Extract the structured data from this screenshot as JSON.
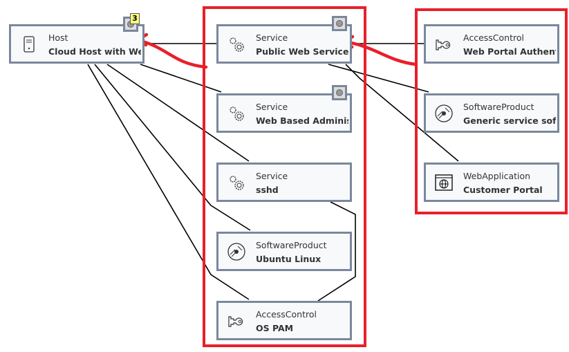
{
  "nodes": [
    {
      "id": "host",
      "type": "Host",
      "name": "Cloud Host with Web",
      "icon": "server-icon"
    },
    {
      "id": "svc1",
      "type": "Service",
      "name": "Public Web Service",
      "icon": "gears-icon"
    },
    {
      "id": "svc2",
      "type": "Service",
      "name": "Web Based Administra",
      "icon": "gears-icon"
    },
    {
      "id": "svc3",
      "type": "Service",
      "name": "sshd",
      "icon": "gears-icon"
    },
    {
      "id": "sw1",
      "type": "SoftwareProduct",
      "name": "Ubuntu Linux",
      "icon": "disc-icon"
    },
    {
      "id": "ac1",
      "type": "AccessControl",
      "name": "OS PAM",
      "icon": "key-icon"
    },
    {
      "id": "ac2",
      "type": "AccessControl",
      "name": "Web Portal Authentica",
      "icon": "key-icon"
    },
    {
      "id": "sw2",
      "type": "SoftwareProduct",
      "name": "Generic service softwa",
      "icon": "disc-icon"
    },
    {
      "id": "wa1",
      "type": "WebApplication",
      "name": "Customer Portal",
      "icon": "globe-window-icon"
    }
  ],
  "host_badge_count": "3",
  "colors": {
    "highlight": "#e8202a",
    "node_border": "#7a879c",
    "node_fill": "#f7f9fb"
  }
}
